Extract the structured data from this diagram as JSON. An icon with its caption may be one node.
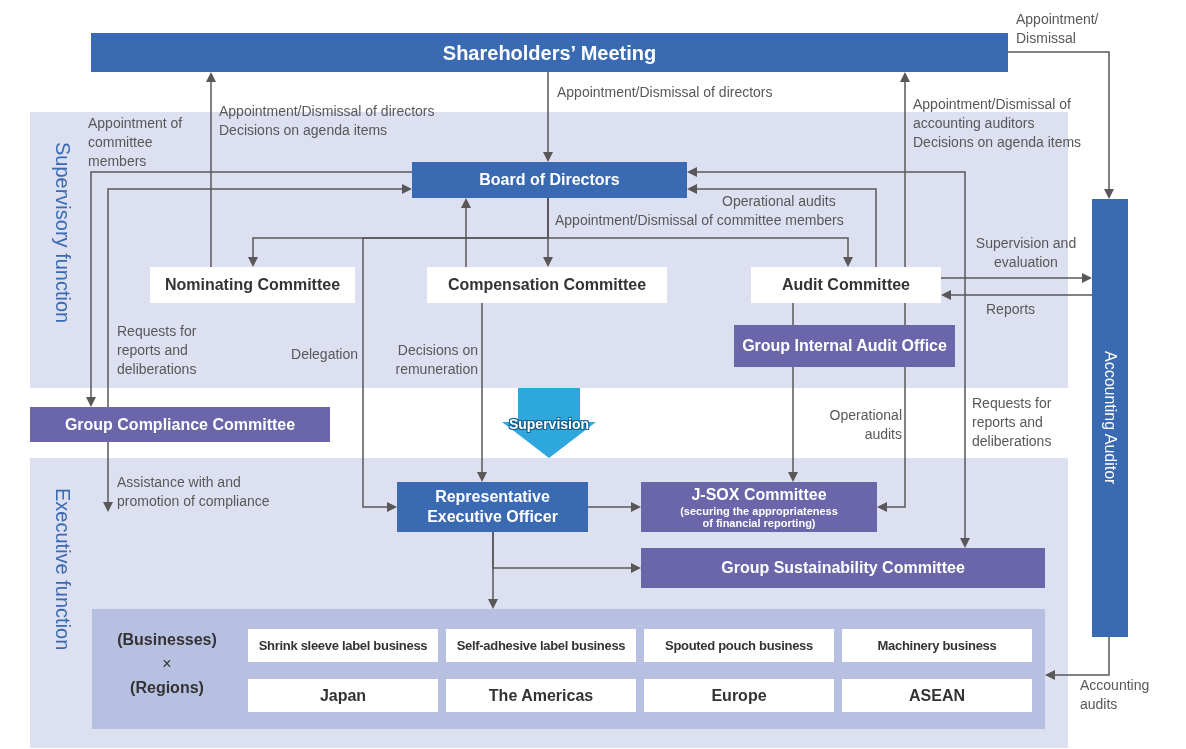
{
  "diagram": {
    "nodes": [
      {
        "text": [
          "Shareholders’ Meeting"
        ]
      },
      {
        "text": [
          "Supervisory function"
        ]
      },
      {
        "text": [
          "Board of Directors"
        ],
        "in": 1
      },
      {
        "text": [
          "Nominating Committee"
        ],
        "in": 1
      },
      {
        "text": [
          "Compensation Committee"
        ],
        "in": 1
      },
      {
        "text": [
          "Audit Committee"
        ],
        "in": 1
      },
      {
        "text": [
          "Group Internal Audit Office"
        ],
        "in": 1
      },
      {
        "text": [
          "Accounting Auditor"
        ]
      },
      {
        "text": [
          "Group Compliance Committee"
        ]
      },
      {
        "text": [
          "Executive function"
        ]
      },
      {
        "text": [
          "Representative Executive Officer"
        ],
        "in": 9
      },
      {
        "text": [
          "J-SOX Committee",
          "(securing the appropriateness of financial reporting)"
        ],
        "in": 9
      },
      {
        "text": [
          "Group Sustainability Committee"
        ],
        "in": 9
      },
      {
        "text": [
          "(Businesses)",
          "×",
          "(Regions)"
        ],
        "in": 9
      },
      {
        "text": [
          "Shrink sleeve label business"
        ],
        "in": 13
      },
      {
        "text": [
          "Self-adhesive label business"
        ],
        "in": 13
      },
      {
        "text": [
          "Spouted pouch business"
        ],
        "in": 13
      },
      {
        "text": [
          "Machinery business"
        ],
        "in": 13
      },
      {
        "text": [
          "Japan"
        ],
        "in": 13
      },
      {
        "text": [
          "The Americas"
        ],
        "in": 13
      },
      {
        "text": [
          "Europe"
        ],
        "in": 13
      },
      {
        "text": [
          "ASEAN"
        ],
        "in": 13
      }
    ],
    "edges": [
      {
        "from": 0,
        "to": 2,
        "arrow": "to",
        "label": "Appointment/Dismissal of directors"
      },
      {
        "from": 3,
        "to": 0,
        "arrow": "to",
        "label": "Appointment/Dismissal of directors Decisions on agenda items"
      },
      {
        "from": 5,
        "to": 0,
        "arrow": "to",
        "label": "Appointment/Dismissal of accounting auditors Decisions on agenda items"
      },
      {
        "from": 0,
        "to": 7,
        "arrow": "to",
        "label": "Appointment/ Dismissal"
      },
      {
        "from": 2,
        "to": 8,
        "arrow": "to",
        "label": "Appointment of committee members"
      },
      {
        "from": 8,
        "to": 2,
        "arrow": "to",
        "label": "Requests for reports and deliberations"
      },
      {
        "from": 8,
        "to": null,
        "arrow": "to",
        "label": "Assistance with and promotion of compliance"
      },
      {
        "from": 2,
        "to": 3,
        "arrow": "to"
      },
      {
        "from": 2,
        "to": 4,
        "arrow": "to"
      },
      {
        "from": 2,
        "to": 5,
        "arrow": "to",
        "label": "Appointment/Dismissal of committee members"
      },
      {
        "from": 4,
        "to": 2,
        "arrow": "to"
      },
      {
        "from": 5,
        "to": 2,
        "arrow": "to",
        "label": "Operational audits"
      },
      {
        "from": 2,
        "to": 10,
        "arrow": "to",
        "label": "Delegation"
      },
      {
        "from": 4,
        "to": 10,
        "arrow": "to",
        "label": "Decisions on remuneration"
      },
      {
        "from": 5,
        "to": 7,
        "arrow": "to",
        "label": "Supervision and evaluation"
      },
      {
        "from": 7,
        "to": 5,
        "arrow": "to",
        "label": "Reports"
      },
      {
        "from": 2,
        "to": 12,
        "arrow": "both",
        "label": "Requests for reports and deliberations"
      },
      {
        "from": 5,
        "to": 6,
        "arrow": "none"
      },
      {
        "from": 5,
        "to": 6,
        "arrow": "none"
      },
      {
        "from": 6,
        "to": 11,
        "arrow": "to",
        "label": "Operational audits"
      },
      {
        "from": 6,
        "to": 11,
        "arrow": "to"
      },
      {
        "from": 10,
        "to": 11,
        "arrow": "to"
      },
      {
        "from": 10,
        "to": 12,
        "arrow": "to"
      },
      {
        "from": 10,
        "to": 13,
        "arrow": "to"
      },
      {
        "from": 7,
        "to": 13,
        "arrow": "to",
        "label": "Accounting audits"
      },
      {
        "from": 1,
        "to": 9,
        "arrow": "to",
        "label": "Supervision",
        "style": "thick",
        "color": "#2ea7dc"
      }
    ]
  }
}
